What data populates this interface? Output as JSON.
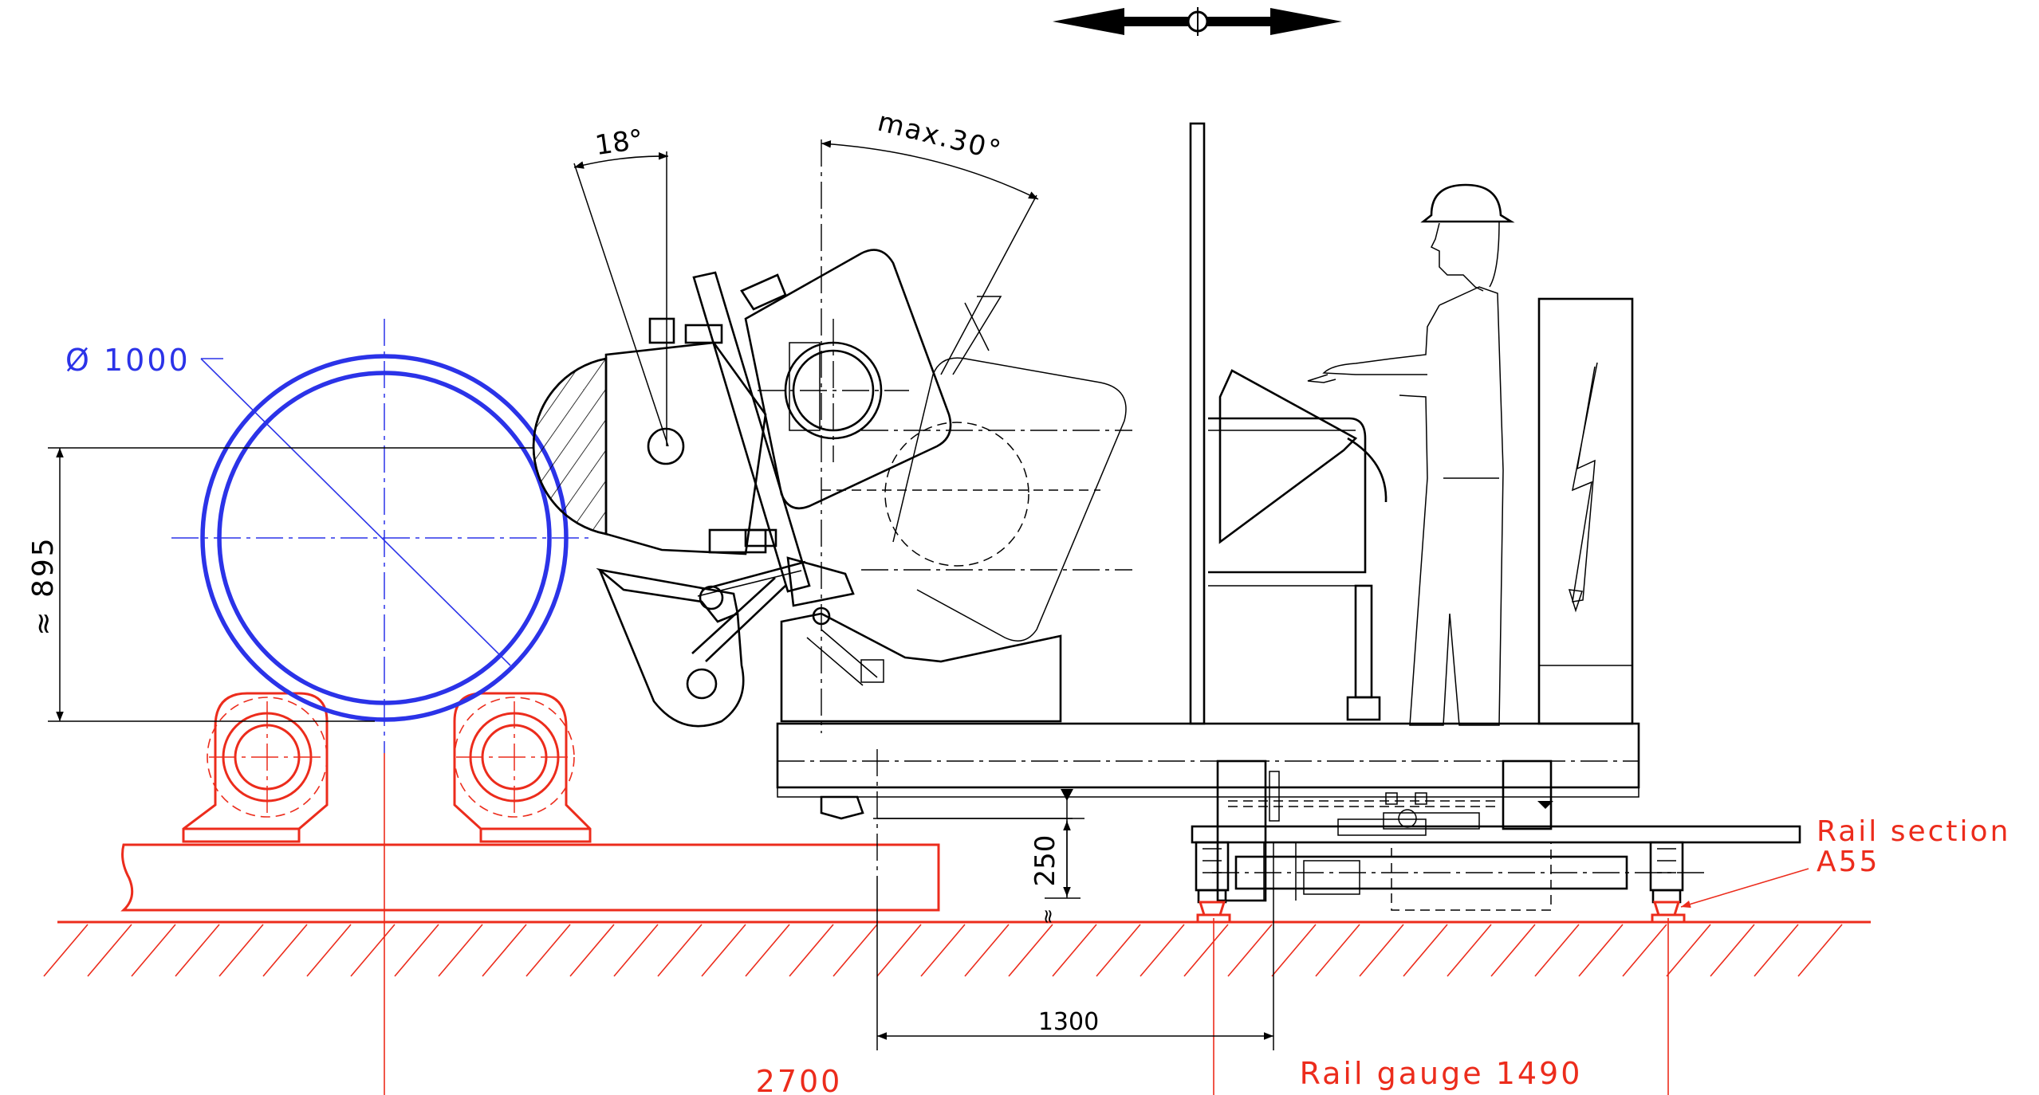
{
  "colors": {
    "pipe": "#2b33e8",
    "support": "#ec2c1c",
    "ink": "#000000"
  },
  "icons": {
    "travel": "double-arrow-icon",
    "hazard": "lightning-bolt-icon"
  },
  "labels": {
    "pipe_diameter": "Ø 1000",
    "height_approx": "≈ 895",
    "angle_small": "18°",
    "angle_max": "max.30°",
    "clearance": "250",
    "clearance_prefix": "≈",
    "span_1300": "1300",
    "span_2700": "2700",
    "rail_gauge": "Rail gauge 1490",
    "rail_section_line1": "Rail section",
    "rail_section_line2": "A55"
  }
}
